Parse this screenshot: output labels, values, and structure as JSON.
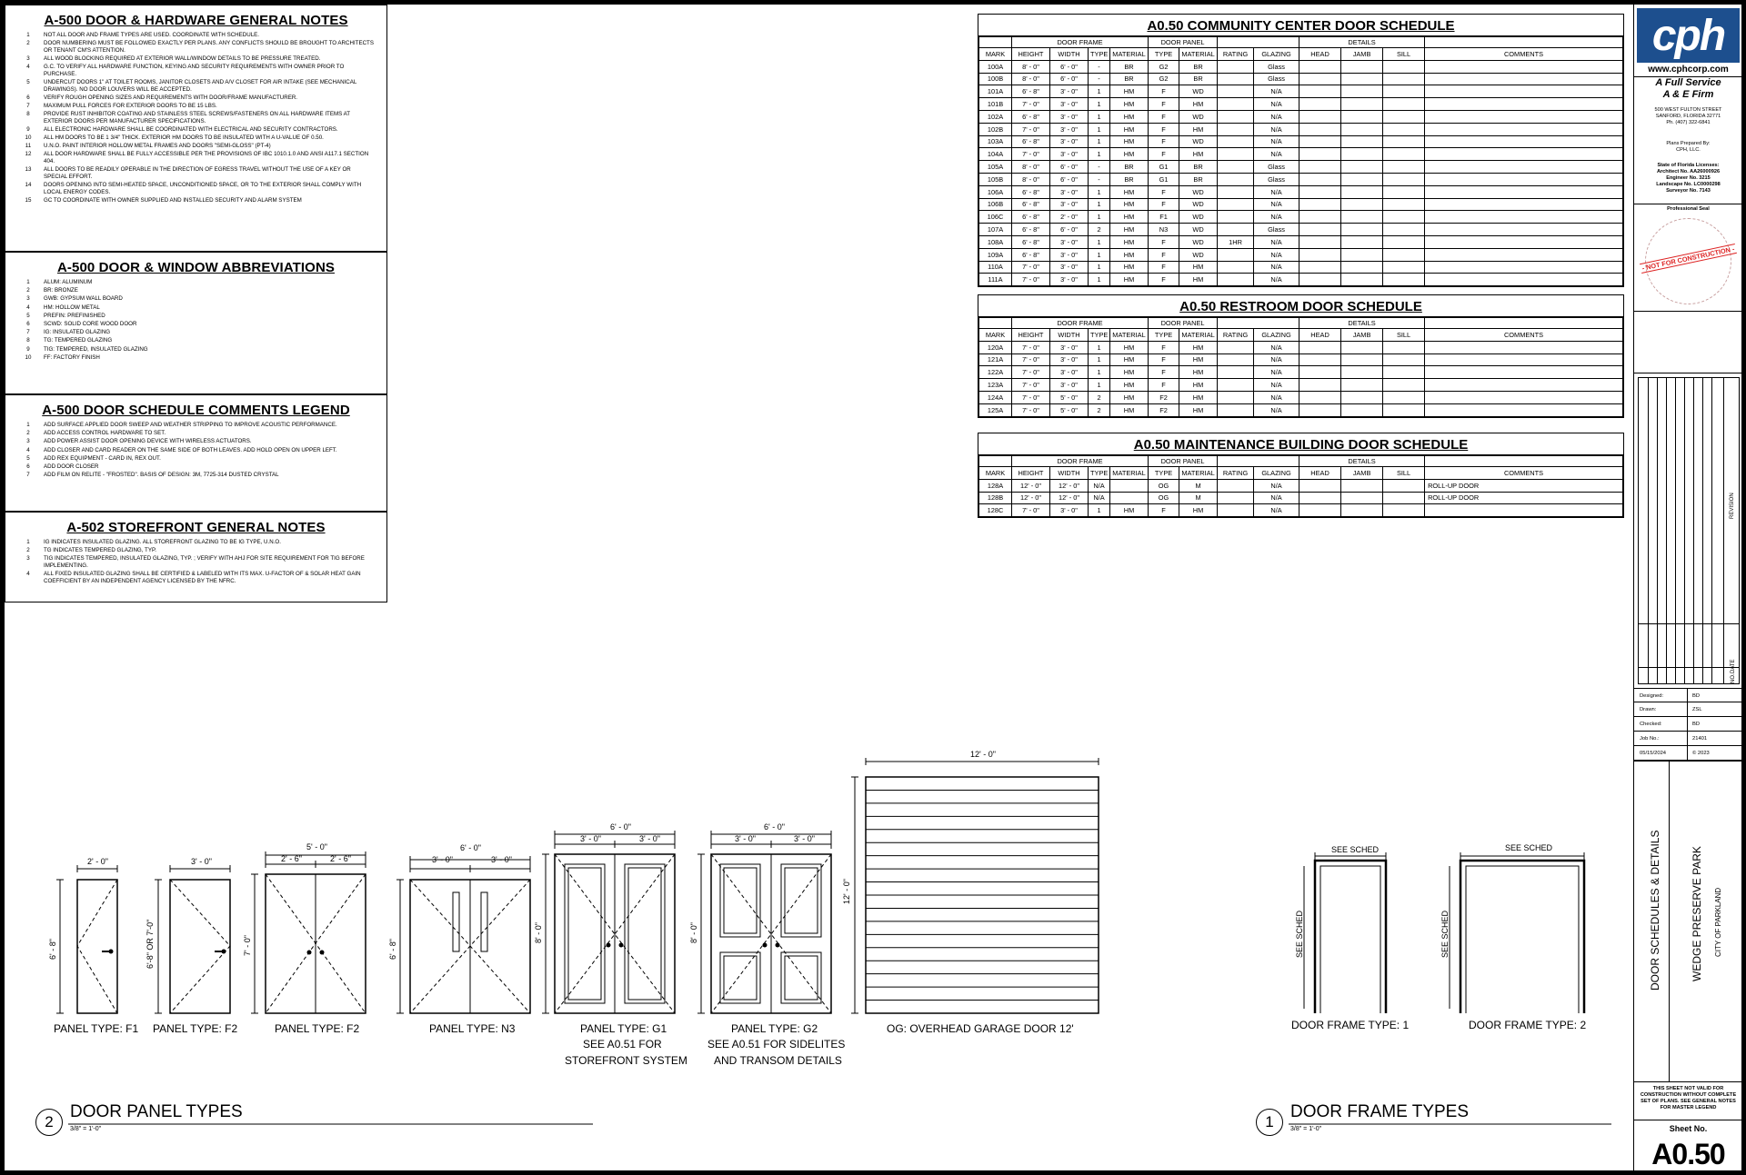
{
  "notes": [
    {
      "title": "A-500 DOOR & HARDWARE GENERAL NOTES",
      "items": [
        {
          "n": "1",
          "t": "NOT ALL DOOR AND FRAME TYPES ARE USED. COORDINATE WITH SCHEDULE."
        },
        {
          "n": "2",
          "t": "DOOR NUMBERING MUST BE FOLLOWED EXACTLY PER PLANS. ANY CONFLICTS SHOULD BE BROUGHT TO ARCHITECTS OR TENANT CM'S ATTENTION."
        },
        {
          "n": "3",
          "t": "ALL WOOD BLOCKING REQUIRED AT EXTERIOR WALL/WINDOW DETAILS TO BE PRESSURE TREATED."
        },
        {
          "n": "4",
          "t": "G.C. TO VERIFY ALL HARDWARE FUNCTION, KEYING AND SECURITY REQUIREMENTS WITH OWNER PRIOR TO PURCHASE."
        },
        {
          "n": "5",
          "t": "UNDERCUT DOORS 1\" AT TOILET ROOMS, JANITOR CLOSETS AND A/V CLOSET FOR AIR INTAKE (SEE MECHANICAL DRAWINGS). NO DOOR LOUVERS WILL BE ACCEPTED."
        },
        {
          "n": "6",
          "t": "VERIFY ROUGH OPENING SIZES AND REQUIREMENTS WITH DOOR/FRAME MANUFACTURER."
        },
        {
          "n": "7",
          "t": "MAXIMUM PULL FORCES FOR EXTERIOR DOORS TO BE 15 LBS."
        },
        {
          "n": "8",
          "t": "PROVIDE RUST INHIBITOR COATING AND STAINLESS STEEL SCREWS/FASTENERS ON ALL HARDWARE ITEMS AT EXTERIOR DOORS PER MANUFACTURER SPECIFICATIONS."
        },
        {
          "n": "9",
          "t": "ALL ELECTRONIC HARDWARE SHALL BE COORDINATED WITH ELECTRICAL AND SECURITY CONTRACTORS."
        },
        {
          "n": "10",
          "t": "ALL HM DOORS TO BE 1 3/4\" THICK. EXTERIOR HM DOORS TO BE INSULATED WITH A U-VALUE OF 0.50."
        },
        {
          "n": "11",
          "t": "U.N.O. PAINT INTERIOR HOLLOW METAL FRAMES AND DOORS \"SEMI-GLOSS\" (PT-4)"
        },
        {
          "n": "12",
          "t": "ALL DOOR HARDWARE SHALL BE FULLY ACCESSIBLE PER THE PROVISIONS OF IBC 1010.1.0 AND ANSI A117.1 SECTION 404."
        },
        {
          "n": "13",
          "t": "ALL DOORS TO BE READILY OPERABLE IN THE DIRECTION OF EGRESS TRAVEL WITHOUT THE USE OF A KEY OR SPECIAL EFFORT."
        },
        {
          "n": "14",
          "t": "DOORS OPENING INTO SEMI-HEATED SPACE, UNCONDITIONED SPACE, OR TO THE EXTERIOR SHALL COMPLY WITH LOCAL ENERGY CODES."
        },
        {
          "n": "15",
          "t": "GC TO COORDINATE WITH OWNER SUPPLIED AND INSTALLED SECURITY AND ALARM SYSTEM"
        }
      ]
    },
    {
      "title": "A-500 DOOR & WINDOW ABBREVIATIONS",
      "items": [
        {
          "n": "1",
          "t": "ALUM: ALUMINUM"
        },
        {
          "n": "2",
          "t": "BR: BRONZE"
        },
        {
          "n": "3",
          "t": "GWB: GYPSUM WALL BOARD"
        },
        {
          "n": "4",
          "t": "HM: HOLLOW METAL"
        },
        {
          "n": "5",
          "t": "PREFIN: PREFINISHED"
        },
        {
          "n": "6",
          "t": "SCWD: SOLID CORE WOOD DOOR"
        },
        {
          "n": "7",
          "t": "IG: INSULATED GLAZING"
        },
        {
          "n": "8",
          "t": "TG: TEMPERED GLAZING"
        },
        {
          "n": "9",
          "t": "TIG: TEMPERED, INSULATED GLAZING"
        },
        {
          "n": "10",
          "t": "FF: FACTORY FINISH"
        }
      ]
    },
    {
      "title": "A-500 DOOR SCHEDULE COMMENTS LEGEND",
      "items": [
        {
          "n": "1",
          "t": "ADD SURFACE APPLIED DOOR SWEEP AND WEATHER STRIPPING TO IMPROVE ACOUSTIC PERFORMANCE."
        },
        {
          "n": "2",
          "t": "ADD ACCESS CONTROL HARDWARE TO SET."
        },
        {
          "n": "3",
          "t": "ADD POWER ASSIST DOOR OPENING DEVICE WITH WIRELESS ACTUATORS."
        },
        {
          "n": "4",
          "t": "ADD CLOSER AND CARD READER ON THE SAME SIDE OF BOTH LEAVES. ADD HOLD OPEN ON UPPER LEFT."
        },
        {
          "n": "5",
          "t": "ADD REX EQUIPMENT - CARD IN, REX OUT."
        },
        {
          "n": "6",
          "t": "ADD DOOR CLOSER"
        },
        {
          "n": "7",
          "t": "ADD FILM ON RELITE - \"FROSTED\". BASIS OF DESIGN: 3M, 7725-314 DUSTED CRYSTAL"
        }
      ]
    },
    {
      "title": "A-502 STOREFRONT GENERAL NOTES",
      "items": [
        {
          "n": "1",
          "t": "IG INDICATES INSULATED GLAZING. ALL STOREFRONT GLAZING TO BE IG TYPE, U.N.O."
        },
        {
          "n": "2",
          "t": "TG INDICATES TEMPERED GLAZING, TYP."
        },
        {
          "n": "3",
          "t": "TIG INDICATES TEMPERED, INSULATED GLAZING, TYP. ; VERIFY WITH AHJ FOR SITE REQUIREMENT FOR TIG BEFORE IMPLEMENTING."
        },
        {
          "n": "4",
          "t": "ALL FIXED INSULATED GLAZING SHALL BE CERTIFIED & LABELED WITH ITS MAX. U-FACTOR OF & SOLAR HEAT GAIN COEFFICIENT BY AN INDEPENDENT AGENCY LICENSED BY THE NFRC."
        }
      ]
    }
  ],
  "schedule_headers": {
    "groups": [
      "DOOR FRAME",
      "DOOR PANEL",
      "DETAILS"
    ],
    "cols": [
      "MARK",
      "HEIGHT",
      "WIDTH",
      "TYPE",
      "MATERIAL",
      "TYPE",
      "MATERIAL",
      "RATING",
      "GLAZING",
      "HEAD",
      "JAMB",
      "SILL",
      "COMMENTS"
    ]
  },
  "schedules": [
    {
      "title": "A0.50 COMMUNITY CENTER DOOR SCHEDULE",
      "rows": [
        [
          "100A",
          "8' - 0\"",
          "6' - 0\"",
          "-",
          "BR",
          "G2",
          "BR",
          "",
          "Glass",
          "",
          "",
          "",
          ""
        ],
        [
          "100B",
          "8' - 0\"",
          "6' - 0\"",
          "-",
          "BR",
          "G2",
          "BR",
          "",
          "Glass",
          "",
          "",
          "",
          ""
        ],
        [
          "101A",
          "6' - 8\"",
          "3' - 0\"",
          "1",
          "HM",
          "F",
          "WD",
          "",
          "N/A",
          "",
          "",
          "",
          ""
        ],
        [
          "101B",
          "7' - 0\"",
          "3' - 0\"",
          "1",
          "HM",
          "F",
          "HM",
          "",
          "N/A",
          "",
          "",
          "",
          ""
        ],
        [
          "102A",
          "6' - 8\"",
          "3' - 0\"",
          "1",
          "HM",
          "F",
          "WD",
          "",
          "N/A",
          "",
          "",
          "",
          ""
        ],
        [
          "102B",
          "7' - 0\"",
          "3' - 0\"",
          "1",
          "HM",
          "F",
          "HM",
          "",
          "N/A",
          "",
          "",
          "",
          ""
        ],
        [
          "103A",
          "6' - 8\"",
          "3' - 0\"",
          "1",
          "HM",
          "F",
          "WD",
          "",
          "N/A",
          "",
          "",
          "",
          ""
        ],
        [
          "104A",
          "7' - 0\"",
          "3' - 0\"",
          "1",
          "HM",
          "F",
          "HM",
          "",
          "N/A",
          "",
          "",
          "",
          ""
        ],
        [
          "105A",
          "8' - 0\"",
          "6' - 0\"",
          "-",
          "BR",
          "G1",
          "BR",
          "",
          "Glass",
          "",
          "",
          "",
          ""
        ],
        [
          "105B",
          "8' - 0\"",
          "6' - 0\"",
          "-",
          "BR",
          "G1",
          "BR",
          "",
          "Glass",
          "",
          "",
          "",
          ""
        ],
        [
          "106A",
          "6' - 8\"",
          "3' - 0\"",
          "1",
          "HM",
          "F",
          "WD",
          "",
          "N/A",
          "",
          "",
          "",
          ""
        ],
        [
          "106B",
          "6' - 8\"",
          "3' - 0\"",
          "1",
          "HM",
          "F",
          "WD",
          "",
          "N/A",
          "",
          "",
          "",
          ""
        ],
        [
          "106C",
          "6' - 8\"",
          "2' - 0\"",
          "1",
          "HM",
          "F1",
          "WD",
          "",
          "N/A",
          "",
          "",
          "",
          ""
        ],
        [
          "107A",
          "6' - 8\"",
          "6' - 0\"",
          "2",
          "HM",
          "N3",
          "WD",
          "",
          "Glass",
          "",
          "",
          "",
          ""
        ],
        [
          "108A",
          "6' - 8\"",
          "3' - 0\"",
          "1",
          "HM",
          "F",
          "WD",
          "1HR",
          "N/A",
          "",
          "",
          "",
          ""
        ],
        [
          "109A",
          "6' - 8\"",
          "3' - 0\"",
          "1",
          "HM",
          "F",
          "WD",
          "",
          "N/A",
          "",
          "",
          "",
          ""
        ],
        [
          "110A",
          "7' - 0\"",
          "3' - 0\"",
          "1",
          "HM",
          "F",
          "HM",
          "",
          "N/A",
          "",
          "",
          "",
          ""
        ],
        [
          "111A",
          "7' - 0\"",
          "3' - 0\"",
          "1",
          "HM",
          "F",
          "HM",
          "",
          "N/A",
          "",
          "",
          "",
          ""
        ]
      ]
    },
    {
      "title": "A0.50 RESTROOM DOOR SCHEDULE",
      "rows": [
        [
          "120A",
          "7' - 0\"",
          "3' - 0\"",
          "1",
          "HM",
          "F",
          "HM",
          "",
          "N/A",
          "",
          "",
          "",
          ""
        ],
        [
          "121A",
          "7' - 0\"",
          "3' - 0\"",
          "1",
          "HM",
          "F",
          "HM",
          "",
          "N/A",
          "",
          "",
          "",
          ""
        ],
        [
          "122A",
          "7' - 0\"",
          "3' - 0\"",
          "1",
          "HM",
          "F",
          "HM",
          "",
          "N/A",
          "",
          "",
          "",
          ""
        ],
        [
          "123A",
          "7' - 0\"",
          "3' - 0\"",
          "1",
          "HM",
          "F",
          "HM",
          "",
          "N/A",
          "",
          "",
          "",
          ""
        ],
        [
          "124A",
          "7' - 0\"",
          "5' - 0\"",
          "2",
          "HM",
          "F2",
          "HM",
          "",
          "N/A",
          "",
          "",
          "",
          ""
        ],
        [
          "125A",
          "7' - 0\"",
          "5' - 0\"",
          "2",
          "HM",
          "F2",
          "HM",
          "",
          "N/A",
          "",
          "",
          "",
          ""
        ]
      ]
    },
    {
      "title": "A0.50 MAINTENANCE BUILDING DOOR SCHEDULE",
      "rows": [
        [
          "128A",
          "12' - 0\"",
          "12' - 0\"",
          "N/A",
          "",
          "OG",
          "M",
          "",
          "N/A",
          "",
          "",
          "",
          "ROLL-UP DOOR"
        ],
        [
          "128B",
          "12' - 0\"",
          "12' - 0\"",
          "N/A",
          "",
          "OG",
          "M",
          "",
          "N/A",
          "",
          "",
          "",
          "ROLL-UP DOOR"
        ],
        [
          "128C",
          "7' - 0\"",
          "3' - 0\"",
          "1",
          "HM",
          "F",
          "HM",
          "",
          "N/A",
          "",
          "",
          "",
          ""
        ]
      ]
    }
  ],
  "panels": {
    "f1": {
      "label": "PANEL TYPE: F1",
      "w": "2' - 0\"",
      "h": "6' - 8\""
    },
    "f2a": {
      "label": "PANEL TYPE: F2",
      "w": "3' - 0\"",
      "h": "6'-8\" OR 7'-0\""
    },
    "f2b": {
      "label": "PANEL TYPE: F2",
      "w": "5' - 0\"",
      "w1": "2' - 6\"",
      "w2": "2' - 6\"",
      "h": "7' - 0\""
    },
    "n3": {
      "label": "PANEL TYPE: N3",
      "w": "6' - 0\"",
      "w1": "3' - 0\"",
      "w2": "3' - 0\"",
      "h": "6' - 8\""
    },
    "g1": {
      "label": "PANEL TYPE: G1",
      "sub1": "SEE A0.51 FOR",
      "sub2": "STOREFRONT SYSTEM",
      "w": "6' - 0\"",
      "w1": "3' - 0\"",
      "w2": "3' - 0\"",
      "h": "8' - 0\""
    },
    "g2": {
      "label": "PANEL TYPE: G2",
      "sub1": "SEE A0.51 FOR SIDELITES",
      "sub2": "AND TRANSOM DETAILS",
      "w": "6' - 0\"",
      "w1": "3' - 0\"",
      "w2": "3' - 0\"",
      "h": "8' - 0\""
    },
    "og": {
      "label": "OG: OVERHEAD GARAGE DOOR 12'",
      "w": "12' - 0\"",
      "h": "12' - 0\""
    }
  },
  "frames": {
    "t1": {
      "label": "DOOR FRAME TYPE: 1",
      "top": "SEE SCHED",
      "side": "SEE SCHED"
    },
    "t2": {
      "label": "DOOR FRAME TYPE: 2",
      "top": "SEE SCHED",
      "side": "SEE SCHED"
    }
  },
  "sections": {
    "panel": {
      "num": "2",
      "title": "DOOR PANEL TYPES",
      "scale": "3/8\" = 1'-0\""
    },
    "frame": {
      "num": "1",
      "title": "DOOR FRAME TYPES",
      "scale": "3/8\" = 1'-0\""
    }
  },
  "titleblock": {
    "logo": "cph",
    "web": "www.cphcorp.com",
    "tag1": "A Full Service",
    "tag2": "A & E Firm",
    "addr1": "500 WEST FULTON STREET",
    "addr2": "SANFORD, FLORIDA 32771",
    "addr3": "Ph. (407) 322-6841",
    "prepared1": "Plans Prepared By:",
    "prepared2": "CPH, LLC.",
    "lic1": "State of Florida Licenses:",
    "lic2": "Architect No. AA26000926",
    "lic3": "Engineer No. 3215",
    "lic4": "Landscape No. LC0000298",
    "lic5": "Surveyor No. 7143",
    "seal_label": "Professional Seal",
    "seal_text": "- NOT FOR CONSTRUCTION -",
    "revision": "REVISION",
    "date": "DATE",
    "no": "NO.",
    "info": [
      {
        "k": "Designed:",
        "v": "BD"
      },
      {
        "k": "Drawn:",
        "v": "ZSL"
      },
      {
        "k": "Checked:",
        "v": "BD"
      },
      {
        "k": "Job No.:",
        "v": "21401"
      },
      {
        "k": "05/15/2024",
        "v": "© 2023"
      }
    ],
    "sheet_title": "DOOR SCHEDULES & DETAILS",
    "project": "WEDGE PRESERVE PARK",
    "city": "CITY OF PARKLAND",
    "valid1": "THIS SHEET NOT VALID FOR",
    "valid2": "CONSTRUCTION WITHOUT COMPLETE",
    "valid3": "SET OF PLANS. SEE GENERAL NOTES",
    "valid4": "FOR MASTER LEGEND",
    "sheet_no_label": "Sheet No.",
    "sheet_no": "A0.50"
  }
}
